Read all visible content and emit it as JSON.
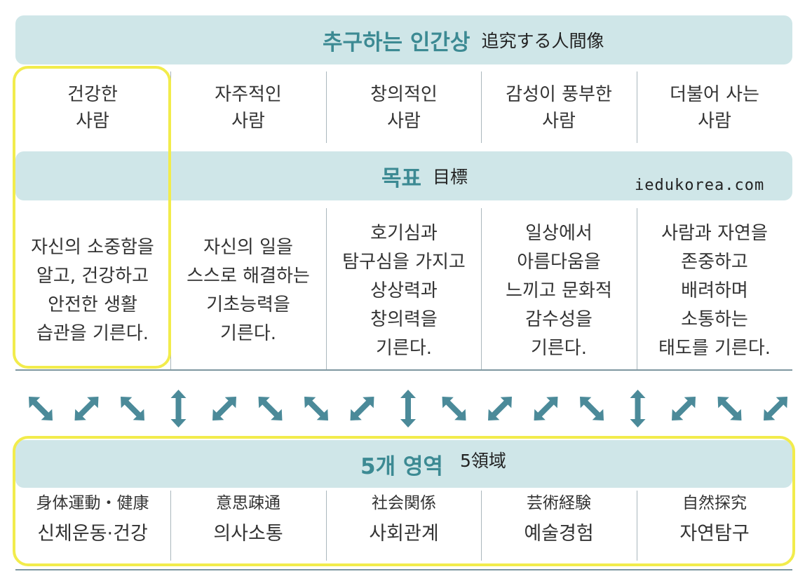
{
  "header": {
    "title_ko": "추구하는 인간상",
    "title_ja": "追究する人間像"
  },
  "ideal_persons": [
    "건강한\n사람",
    "자주적인\n사람",
    "창의적인\n사람",
    "감성이 풍부한\n사람",
    "더불어 사는\n사람"
  ],
  "goals_band": {
    "title_ko": "목표",
    "title_ja": "目標",
    "watermark": "iedukorea.com"
  },
  "goals": [
    "자신의 소중함을\n알고, 건강하고\n안전한 생활\n습관을 기른다.",
    "자신의 일을\n스스로 해결하는\n기초능력을\n기른다.",
    "호기심과\n탐구심을 가지고\n상상력과\n창의력을\n기른다.",
    "일상에서\n아름다움을\n느끼고 문화적\n감수성을\n기른다.",
    "사람과 자연을\n존중하고\n배려하며\n소통하는\n태도를 기른다."
  ],
  "connectors": {
    "arrows": [
      "diag-down-right",
      "diag-up-right",
      "diag-down-right",
      "vertical-double",
      "diag-up-right",
      "diag-down-right",
      "diag-down-right",
      "diag-up-right",
      "vertical-double",
      "diag-down-right",
      "diag-up-right",
      "diag-up-right",
      "diag-down-right",
      "vertical-double",
      "diag-up-right",
      "diag-down-right",
      "diag-up-right"
    ],
    "color": "#4b8a99"
  },
  "areas_band": {
    "title_ko": "5개 영역",
    "title_ja": "5領域"
  },
  "areas": [
    {
      "ja": "身体運動・健康",
      "ko": "신체운동·건강"
    },
    {
      "ja": "意思疎通",
      "ko": "의사소통"
    },
    {
      "ja": "社会関係",
      "ko": "사회관계"
    },
    {
      "ja": "芸術経験",
      "ko": "예술경험"
    },
    {
      "ja": "自然探究",
      "ko": "자연탐구"
    }
  ],
  "colors": {
    "band": "#cfe6e8",
    "band_title": "#3c8a93",
    "highlight": "#f2ec4c",
    "divider": "#7e97a0"
  }
}
